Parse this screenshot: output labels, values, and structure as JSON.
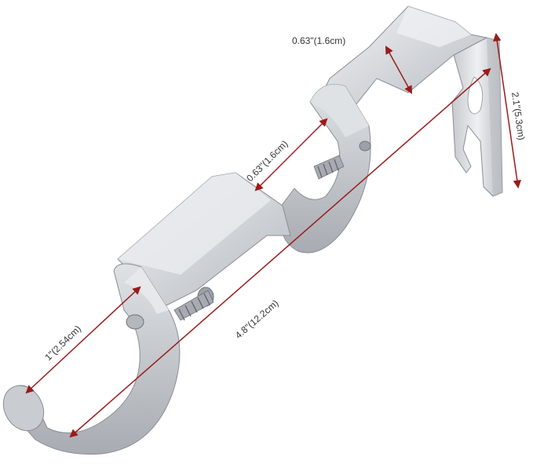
{
  "dimensions": {
    "top_width": "0.63\"(1.6cm)",
    "gap_width": "0.63\"(1.6cm)",
    "hook_diameter": "1\"(2.54cm)",
    "total_length": "4.8\"(12.2cm)",
    "plate_height": "2.1\"(5.3cm)"
  },
  "colors": {
    "arrow": "#9a1b1b",
    "metal_light": "#e6e8eb",
    "metal_mid": "#c9ccd1",
    "metal_dark": "#9da1a7",
    "metal_edge": "#8a8e94"
  }
}
